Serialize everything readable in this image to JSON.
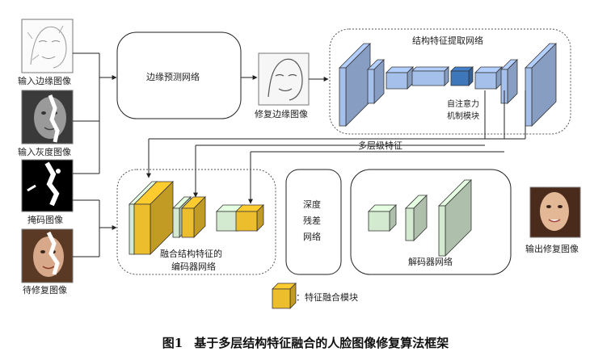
{
  "inputs": {
    "edge": "输入边缘图像",
    "gray": "输入灰度图像",
    "mask": "掩码图像",
    "to_repair": "待修复图像"
  },
  "edge_net": {
    "label": "边缘预测网络"
  },
  "repaired_edge": {
    "label": "修复边缘图像"
  },
  "struct_net": {
    "title": "结构特征提取网络",
    "attention": [
      "自注意力",
      "机制模块"
    ]
  },
  "multi_feat": "多层级特征",
  "encoder": {
    "lines": [
      "融合结构特征的",
      "编码器网络"
    ]
  },
  "residual": {
    "lines": [
      "深度",
      "残差",
      "网络"
    ]
  },
  "decoder": {
    "label": "解码器网络"
  },
  "output": {
    "label": "输出修复图像"
  },
  "legend": {
    "label": "：特征融合模块"
  },
  "caption": {
    "num": "图1",
    "text": "基于多层结构特征融合的人脸图像修复算法框架"
  },
  "colors": {
    "blue_cube": "#a6c0ec",
    "attention_cube": "#3f77bb",
    "green_cube": "#d4ead0",
    "fusion_cube": "#ecbd2c"
  }
}
